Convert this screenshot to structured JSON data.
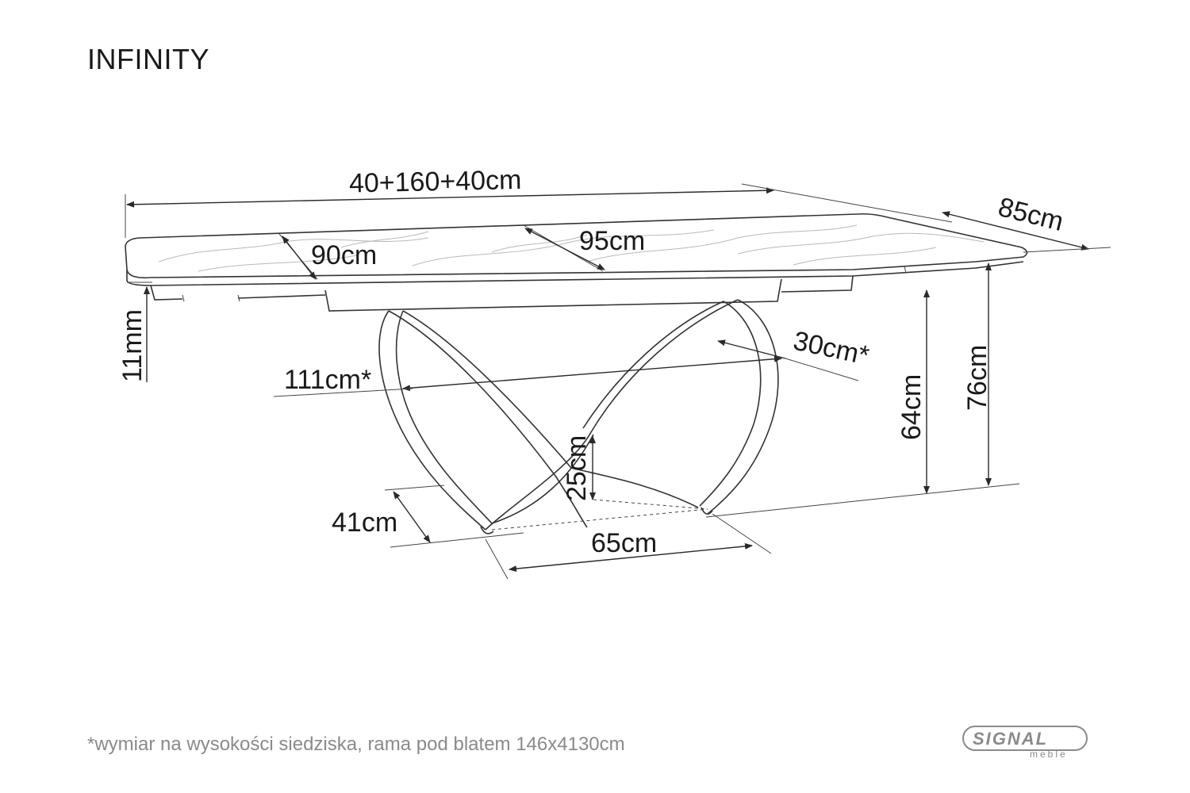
{
  "title": "INFINITY",
  "dimensions": {
    "length_extended": "40+160+40cm",
    "depth": "85cm",
    "insert_90": "90cm",
    "insert_95": "95cm",
    "top_thickness": "11mm",
    "seat_width": "111cm*",
    "seat_offset": "30cm*",
    "frame_height": "64cm",
    "total_height": "76cm",
    "leg_clearance": "25cm",
    "base_depth": "41cm",
    "base_width": "65cm"
  },
  "footnote": "*wymiar na wysokości siedziska, rama pod blatem 146x4130cm",
  "logo": {
    "name": "SIGNAL",
    "sub": "meble"
  },
  "colors": {
    "line": "#2a2a2a",
    "footnote": "#8a8a8a",
    "marble_vein": "#b9b9b9"
  }
}
